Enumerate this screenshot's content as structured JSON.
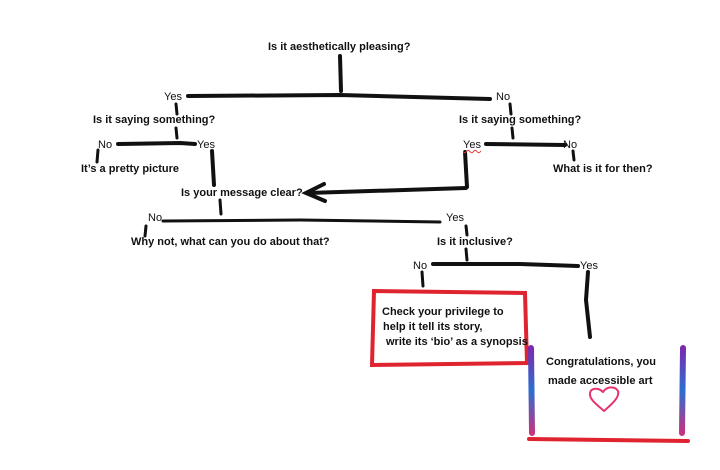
{
  "diagram": {
    "root_question": "Is it aesthetically pleasing?",
    "level1": {
      "yes": "Yes",
      "no": "No"
    },
    "left_branch": {
      "question": "Is it saying something?",
      "no": "No",
      "yes": "Yes",
      "no_outcome": "It’s a pretty picture"
    },
    "right_branch": {
      "question": "Is it saying something?",
      "yes": "Yes",
      "no": "No",
      "no_outcome": "What is it for then?"
    },
    "message_question": "Is your message clear?",
    "message_no": "No",
    "message_yes": "Yes",
    "message_no_outcome": "Why not, what can you do about that?",
    "inclusive_question": "Is it inclusive?",
    "inclusive_no": "No",
    "inclusive_yes": "Yes",
    "privilege_box": [
      "Check your privilege to",
      "help it tell its story,",
      "write its ‘bio’ as a synopsis"
    ],
    "congrats_box": [
      "Congratulations, you",
      "made accessible art"
    ],
    "colors": {
      "ink": "#111111",
      "red": "#e0242f",
      "heart": "#e8336d"
    },
    "icons": {
      "heart": "heart-icon"
    }
  }
}
